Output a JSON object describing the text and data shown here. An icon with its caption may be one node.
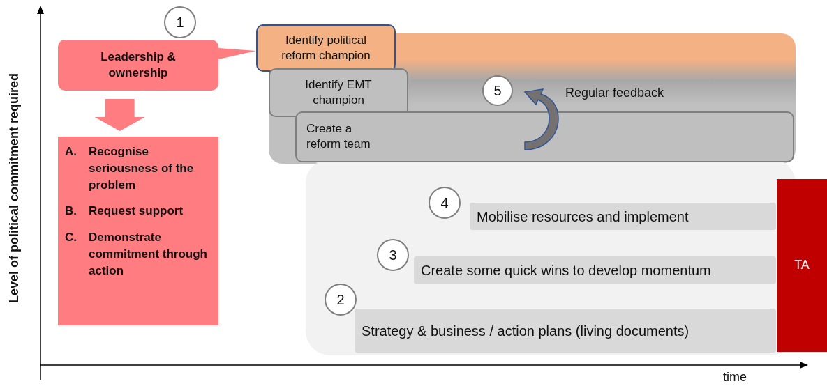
{
  "diagram": {
    "nodes": [
      {
        "text": [
          "1"
        ]
      },
      {
        "text": [
          "Leadership & ownership"
        ]
      },
      {
        "text": [
          "A.",
          "Recognise seriousness of the problem",
          "B.",
          "Request support",
          "C.",
          "Demonstrate commitment through action"
        ]
      },
      {
        "text": [
          "Identify political reform champion"
        ]
      },
      {
        "text": [
          "Identify EMT champion"
        ]
      },
      {
        "text": [
          "5"
        ]
      },
      {
        "text": [
          "Create a reform team"
        ]
      },
      {
        "text": [
          "4"
        ]
      },
      {
        "text": [
          "Mobilise resources and implement"
        ]
      },
      {
        "text": [
          "3"
        ]
      },
      {
        "text": [
          "Create some quick wins to develop momentum"
        ]
      },
      {
        "text": [
          "2"
        ]
      },
      {
        "text": [
          "Strategy & business / action plans (living documents)"
        ]
      },
      {
        "text": [
          "TA"
        ]
      }
    ],
    "edges": [
      {
        "from": 1,
        "to": 3,
        "arrow": "none"
      },
      {
        "from": 1,
        "to": 2,
        "arrow": "to",
        "style": "thick"
      },
      {
        "from": 6,
        "to": 5,
        "arrow": "to",
        "style": "thick",
        "color": "#767171"
      }
    ],
    "labels": [
      "Regular feedback",
      "Level of political commitment required",
      "time"
    ]
  }
}
